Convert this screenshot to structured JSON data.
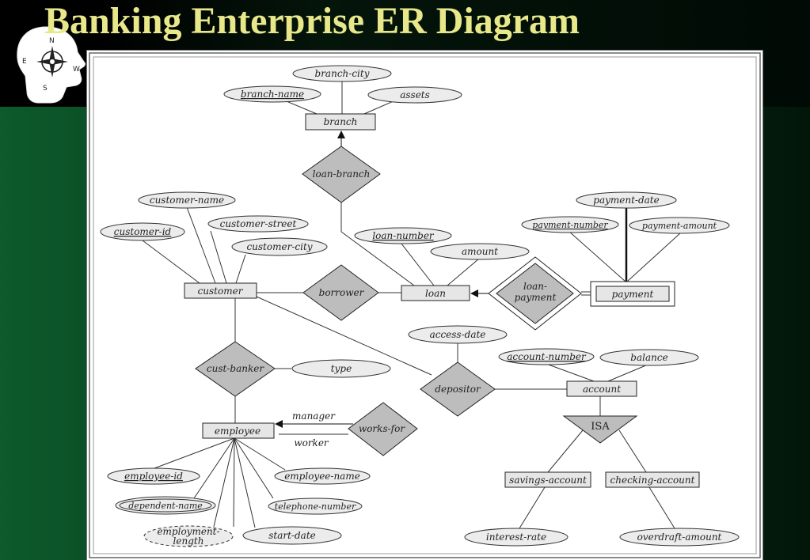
{
  "slide": {
    "title": "Banking Enterprise ER Diagram"
  },
  "logo": {
    "icon": "compass-head-icon",
    "letters": [
      "N",
      "E",
      "W",
      "S"
    ]
  },
  "colors": {
    "title": "#e8e88a",
    "entity_fill": "#e6e6e6",
    "relationship_fill": "#bdbdbd",
    "attribute_fill": "#ececec"
  },
  "diagram": {
    "entities": {
      "branch": "branch",
      "customer": "customer",
      "loan": "loan",
      "payment": "payment",
      "employee": "employee",
      "account": "account",
      "savings": "savings-account",
      "checking": "checking-account"
    },
    "relationships": {
      "loan_branch": "loan-branch",
      "borrower": "borrower",
      "loan_payment": [
        "loan-",
        "payment"
      ],
      "cust_banker": "cust-banker",
      "depositor": "depositor",
      "works_for": "works-for",
      "isa": "ISA"
    },
    "attributes": {
      "branch_city": "branch-city",
      "branch_name": "branch-name",
      "assets": "assets",
      "customer_name": "customer-name",
      "customer_street": "customer-street",
      "customer_id": "customer-id",
      "customer_city": "customer-city",
      "loan_number": "loan-number",
      "amount": "amount",
      "payment_date": "payment-date",
      "payment_number": "payment-number",
      "payment_amount": "payment-amount",
      "access_date": "access-date",
      "account_number": "account-number",
      "balance": "balance",
      "type": "type",
      "employee_id": "employee-id",
      "employee_name": "employee-name",
      "dependent_name": "dependent-name",
      "telephone_number": "telephone-number",
      "employment_length": [
        "employment-",
        "length"
      ],
      "start_date": "start-date",
      "interest_rate": "interest-rate",
      "overdraft_amount": "overdraft-amount"
    },
    "roles": {
      "manager": "manager",
      "worker": "worker"
    }
  }
}
